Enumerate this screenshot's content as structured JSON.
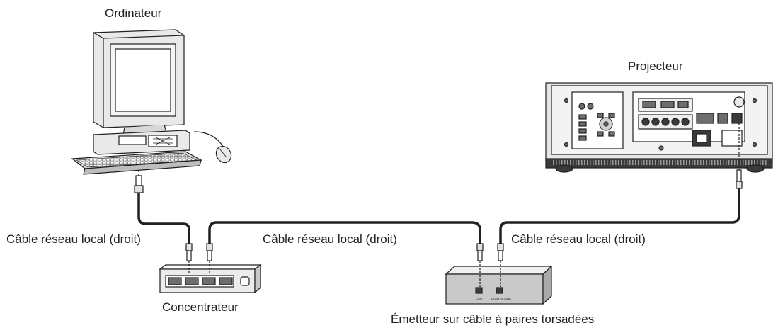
{
  "labels": {
    "computer": "Ordinateur",
    "projector": "Projecteur",
    "hub": "Concentrateur",
    "transmitter": "Émetteur sur câble à paires torsadées",
    "cable_left": "Câble réseau local (droit)",
    "cable_middle": "Câble réseau local (droit)",
    "cable_right": "Câble réseau local (droit)",
    "port_lan": "LAN",
    "port_digital_link": "DIGITAL LINK"
  },
  "colors": {
    "line": "#231f20",
    "device_light": "#e9e9e9",
    "device_mid": "#c8c8c8",
    "device_dark": "#6d6d6d",
    "screen": "#f2f2f2"
  }
}
